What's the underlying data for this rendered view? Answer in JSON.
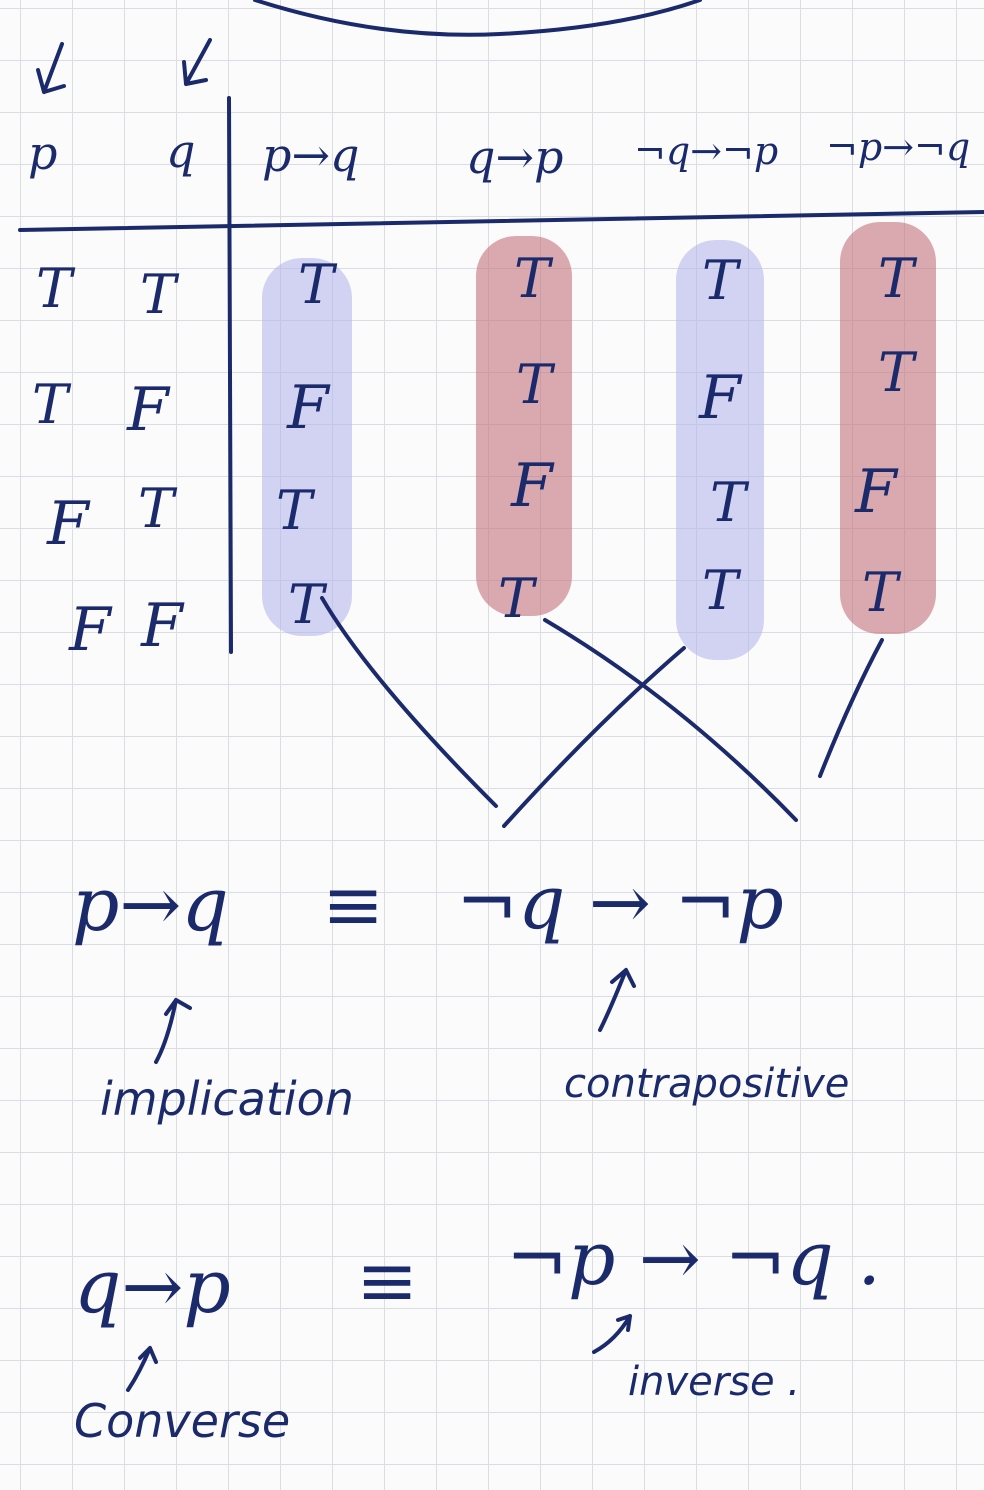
{
  "table": {
    "headers": [
      "p",
      "q",
      "p→q",
      "q→p",
      "¬q→¬p",
      "¬p→¬q"
    ],
    "rows": [
      [
        "T",
        "T",
        "T",
        "T",
        "T",
        "T"
      ],
      [
        "T",
        "F",
        "F",
        "T",
        "F",
        "T"
      ],
      [
        "F",
        "T",
        "T",
        "F",
        "T",
        "F"
      ],
      [
        "F",
        "F",
        "T",
        "T",
        "T",
        "T"
      ]
    ]
  },
  "equivalences": [
    {
      "left": "p→q",
      "symbol": "≡",
      "right": "¬q → ¬p",
      "left_label": "implication",
      "right_label": "contrapositive"
    },
    {
      "left": "q→p",
      "symbol": "≡",
      "right": "¬p → ¬q .",
      "left_label": "Converse",
      "right_label": "inverse ."
    }
  ],
  "colors": {
    "ink": "#1b2a6b",
    "highlight_blue": "#b0b2eb",
    "highlight_red": "#c47680",
    "grid": "#dcdde3"
  }
}
